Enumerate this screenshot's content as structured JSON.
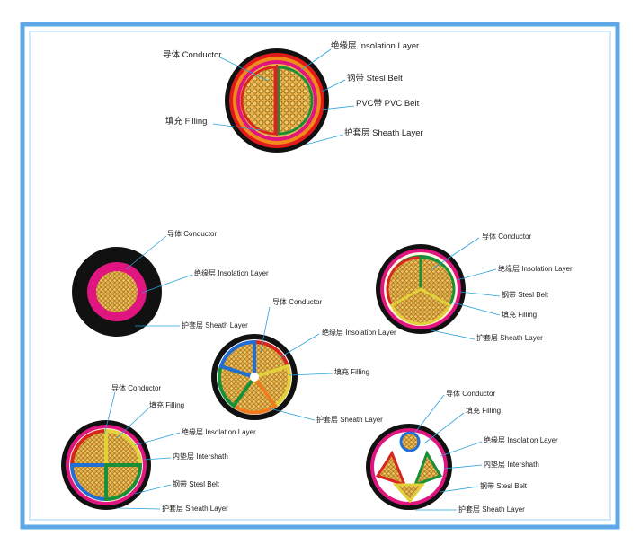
{
  "colors": {
    "frame_outer": "#5ea8e8",
    "frame_inner": "#8ec6f2",
    "sheath": "#111111",
    "pink": "#e0157f",
    "gold": "#e2a93a",
    "green": "#1a8f3a",
    "red": "#d8261f",
    "orange": "#ef7d1f",
    "blue": "#1f6fd6"
  },
  "diagrams": {
    "top": {
      "conductor": "导体 Conductor",
      "insulation": "绝缘层 Insolation Layer",
      "steel": "钢带 Stesl Belt",
      "pvc": "PVC带 PVC Belt",
      "filling": "填充 Filling",
      "sheath": "护套层 Sheath Layer"
    },
    "single": {
      "conductor": "导体 Conductor",
      "insulation": "绝缘层 Insolation Layer",
      "sheath": "护套层 Sheath Layer"
    },
    "three": {
      "conductor": "导体 Conductor",
      "insulation": "绝缘层 Insolation Layer",
      "steel": "钢带 Stesl Belt",
      "filling": "填充 Filling",
      "sheath": "护套层 Sheath Layer"
    },
    "five": {
      "conductor": "导体 Conductor",
      "insulation": "绝缘层 Insolation Layer",
      "filling": "填充 Filling",
      "sheath": "护套层 Sheath Layer"
    },
    "four": {
      "conductor": "导体 Conductor",
      "filling": "填充 Filling",
      "insulation": "绝缘层 Insolation Layer",
      "intersheath": "内垫层 Intershath",
      "steel": "钢带 Stesl Belt",
      "sheath": "护套层 Sheath Layer"
    },
    "threeplus": {
      "conductor": "导体 Conductor",
      "filling": "填充 Filling",
      "insulation": "绝缘层 Insolation Layer",
      "intersheath": "内垫层 Intershath",
      "steel": "钢带 Stesl Belt",
      "sheath": "护套层 Sheath Layer"
    }
  }
}
